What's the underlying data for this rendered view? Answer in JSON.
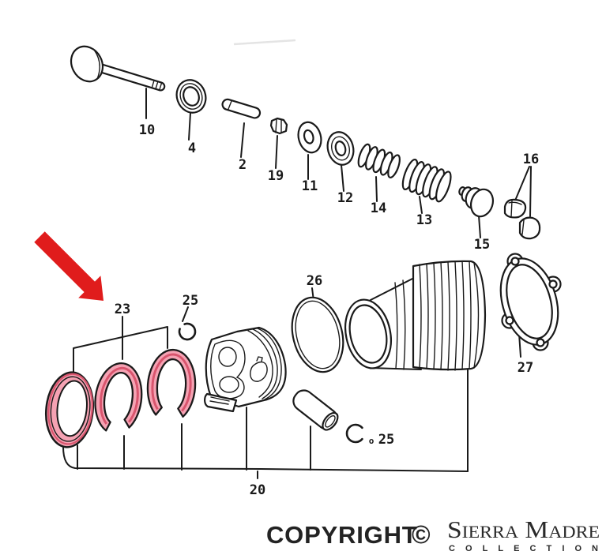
{
  "diagram": {
    "callouts": {
      "valve": "10",
      "valve_seal": "4",
      "valve_guide": "2",
      "nut": "19",
      "washer": "11",
      "spring_seat": "12",
      "inner_valve_spring": "14",
      "outer_valve_spring": "13",
      "spring_retainer": "15",
      "valve_keepers": "16",
      "piston_ring_set": "23",
      "wrist_pin_clip_top": "25",
      "cylinder_o_ring": "26",
      "gasket": "27",
      "piston_assembly": "20",
      "wrist_pin_clip_bottom_prefix": "o",
      "wrist_pin_clip_bottom": "25"
    },
    "highlight": {
      "arrow_color": "#e01c1c",
      "ring_fill": "#f5a2b3",
      "ring_shade": "#d9556e",
      "line_color": "#1a1a1a"
    }
  },
  "footer": {
    "copyright_label": "COPYRIGHT",
    "copyright_symbol": "©",
    "brand_name": "Sierra Madre",
    "brand_subtitle": "COLLECTION"
  }
}
